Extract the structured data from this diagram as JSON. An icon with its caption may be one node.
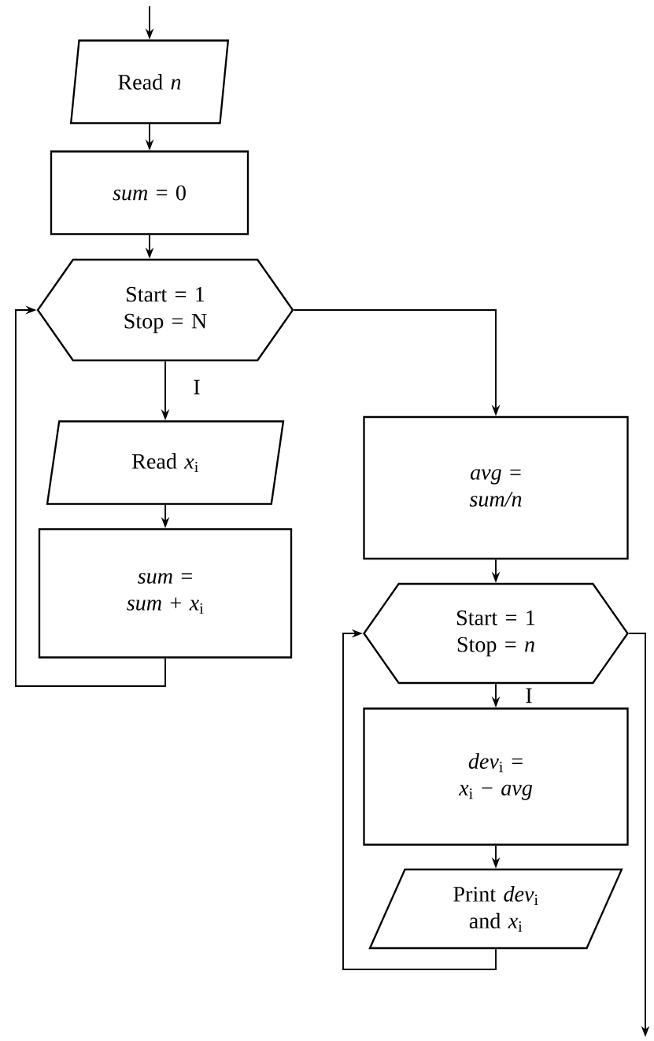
{
  "diagram": {
    "nodes": [
      {
        "text": [
          "Read *n*"
        ]
      },
      {
        "text": [
          "*sum* = 0"
        ]
      },
      {
        "text": [
          "Start = 1 Stop = N"
        ]
      },
      {
        "text": [
          "Read *x*$_{i}$"
        ]
      },
      {
        "text": [
          "*sum* = *sum* + *x*$_{i}$"
        ]
      },
      {
        "text": [
          "*avg* = *sum/n*"
        ]
      },
      {
        "text": [
          "Start = 1 Stop = *n*"
        ]
      },
      {
        "text": [
          "*dev*$_{i}$ = *x*$_{i}$ − *avg*"
        ]
      },
      {
        "text": [
          "Print *dev*$_{i}$ and *x*$_{i}$"
        ]
      }
    ],
    "edges": [
      {
        "from": null,
        "to": 0,
        "arrow": "to"
      },
      {
        "from": 0,
        "to": 1,
        "arrow": "to"
      },
      {
        "from": 1,
        "to": 2,
        "arrow": "to"
      },
      {
        "from": 2,
        "to": 3,
        "arrow": "to",
        "label": "I"
      },
      {
        "from": 3,
        "to": 4,
        "arrow": "to"
      },
      {
        "from": 4,
        "to": 2,
        "arrow": "to"
      },
      {
        "from": 2,
        "to": 5,
        "arrow": "to"
      },
      {
        "from": 5,
        "to": 6,
        "arrow": "to"
      },
      {
        "from": 6,
        "to": 7,
        "arrow": "to",
        "label": "I"
      },
      {
        "from": 7,
        "to": 8,
        "arrow": "to"
      },
      {
        "from": 8,
        "to": 6,
        "arrow": "to"
      },
      {
        "from": 6,
        "to": null,
        "arrow": "to"
      }
    ]
  }
}
